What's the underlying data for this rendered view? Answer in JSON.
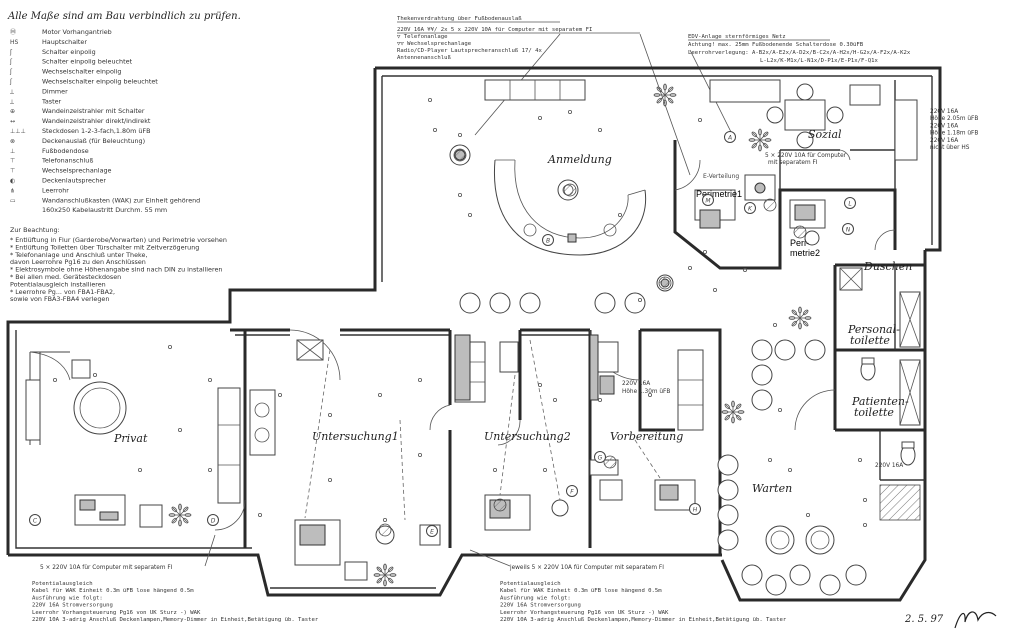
{
  "header": {
    "title": "Alle Maße sind am Bau verbindlich zu prüfen."
  },
  "legend": {
    "items": [
      {
        "symbol": "Ⓜ",
        "text": "Motor Vorhangantrieb"
      },
      {
        "symbol": "HS",
        "text": "Hauptschalter"
      },
      {
        "symbol": "ʃ",
        "text": "Schalter einpolig"
      },
      {
        "symbol": "ʃ",
        "text": "Schalter einpolig beleuchtet"
      },
      {
        "symbol": "ʃ",
        "text": "Wechselschalter einpolig"
      },
      {
        "symbol": "ʃ",
        "text": "Wechselschalter einpolig beleuchtet"
      },
      {
        "symbol": "⟂",
        "text": "Dimmer"
      },
      {
        "symbol": "⟂",
        "text": "Taster"
      },
      {
        "symbol": "⊕",
        "text": "Wandeinzelstrahler mit Schalter"
      },
      {
        "symbol": "↔",
        "text": "Wandeinzelstrahler direkt/indirekt"
      },
      {
        "symbol": "⊥⊥⊥",
        "text": "Steckdosen 1-2-3-fach,1.80m üFB"
      },
      {
        "symbol": "⊗",
        "text": "Deckenauslaß (für Beleuchtung)"
      },
      {
        "symbol": "⊥",
        "text": "Fußbodendose"
      },
      {
        "symbol": "⊤",
        "text": "Telefonanschluß"
      },
      {
        "symbol": "⊤",
        "text": "Wechselsprechanlage"
      },
      {
        "symbol": "◐",
        "text": "Deckenlautsprecher"
      },
      {
        "symbol": "⋔",
        "text": "Leerrohr"
      },
      {
        "symbol": "▭",
        "text": "Wandanschlußkasten (WAK) zur Einheit gehörend"
      },
      {
        "symbol": "",
        "text": "160x250 Kabelaustritt Durchm. 55 mm"
      }
    ],
    "notes_heading": "Zur Beachtung:",
    "notes": [
      "* Entlüftung in Flur (Garderobe/Vorwarten) und Perimetrie vorsehen",
      "* Entlüftung Toiletten über Türschalter mit Zeitverzögerung",
      "* Telefonanlage und Anschluß unter Theke,",
      "  davon Leerrohre Pg16 zu den Anschlüssen",
      "* Elektrosymbole ohne Höhenangabe sind nach DIN zu installieren",
      "* Bei allen med. Gerätesteckdosen",
      "  Potentialausgleich installieren",
      "* Leerrohre Pg... von FBA1-FBA2,",
      "  sowie von FBA3-FBA4 verlegen"
    ]
  },
  "top_notes": {
    "left": [
      "Thekenverdrahtung über Fußbodenauslaß",
      "220V 16A ¥¥/  2x 5 x 220V 10A für Computer mit separatem FI",
      "▽  Telefonanlage",
      "▽▽  Wechselsprechanlage",
      "Radio/CD-Player Lautsprecheranschluß 17/ 4x",
      "Antennenanschluß"
    ],
    "right": [
      "EDV-Anlage sternförmiges Netz",
      "Achtung! max. 25mm Fußbodenende Schalterdose 0.30üFB",
      "Leerrohrverlegung: A-B2x/A-E2x/A-D2x/B-C2x/A-H2x/H-G2x/A-F2x/A-K2x",
      "L-L2x/K-M1x/L-N1x/D-P1x/E-P1x/F-Q1x"
    ]
  },
  "rooms": {
    "anmeldung": "Anmeldung",
    "sozial": "Sozial",
    "perimetrie1": "Perimetrie1",
    "perimetrie2_a": "Peri-",
    "perimetrie2_b": "metrie2",
    "duschen": "Duschen",
    "personal_a": "Personal-",
    "personal_b": "toilette",
    "patienten_a": "Patienten-",
    "patienten_b": "toilette",
    "privat": "Privat",
    "untersuchung1": "Untersuchung1",
    "untersuchung2": "Untersuchung2",
    "vorbereitung": "Vorbereitung",
    "warten": "Warten",
    "e_verteilung": "E-Verteilung"
  },
  "inline_notes": {
    "computer_anmeldung_a": "5 × 220V 10A für Computer",
    "computer_anmeldung_b": "mit separatem FI",
    "sozial_power": [
      "220V 16A",
      "Höhe 2.05m üFB",
      "220V 16A",
      "Höhe 1.18m üFB",
      "220V 16A",
      "nicht über HS"
    ],
    "vorbereitung_power_a": "220V 16A",
    "vorbereitung_power_b": "Höhe 1.30m üFB",
    "warten_power": "220V 16A",
    "privat_computer": "5 × 220V 10A für Computer mit separatem FI",
    "jeweils_computer": "jeweils 5 × 220V 10A für Computer mit separatem FI"
  },
  "bottom_notes": {
    "left": [
      "Potentialausgleich",
      "Kabel für WAK Einheit 0.3m üFB lose hängend 0.5m",
      "Ausführung wie folgt:",
      "220V 16A Stromversorgung",
      "Leerrohr Vorhangsteuerung Pg16 von         UK Sturz -) WAK",
      "220V 10A 3-adrig Anschluß Deckenlampen,Memory-Dimmer in Einheit,Betätigung üb. Taster"
    ],
    "right": [
      "Potentialausgleich",
      "Kabel für WAK Einheit 0.3m üFB lose hängend 0.5m",
      "Ausführung wie folgt:",
      "220V 16A Stromversorgung",
      "Leerrohr Vorhangsteuerung Pg16 von         UK Sturz -) WAK",
      "220V 10A 3-adrig Anschluß Deckenlampen,Memory-Dimmer in Einheit,Betätigung üb. Taster"
    ]
  },
  "markers": [
    "A",
    "B",
    "C",
    "D",
    "E",
    "F",
    "G",
    "H",
    "K",
    "L",
    "M",
    "N"
  ],
  "signature": {
    "date": "2. 5. 97"
  }
}
